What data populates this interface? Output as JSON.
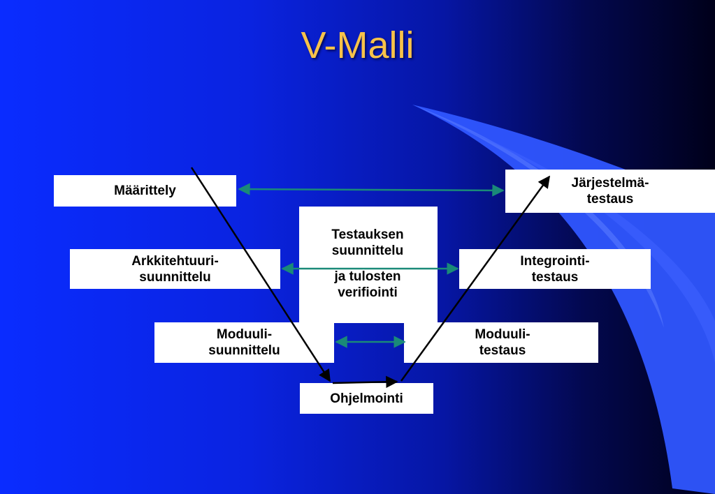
{
  "title": "V-Malli",
  "boxes": {
    "maarittely": [
      "Määrittely"
    ],
    "arkkitehtuuri": [
      "Arkkitehtuuri-",
      "suunnittelu"
    ],
    "moduulisuunnittelu": [
      "Moduuli-",
      "suunnittelu"
    ],
    "ohjelmointi": [
      "Ohjelmointi"
    ],
    "moduulitestaus": [
      "Moduuli-",
      "testaus"
    ],
    "integrointi": [
      "Integrointi-",
      "testaus"
    ],
    "jarjestelma": [
      "Järjestelmä-",
      "testaus"
    ]
  },
  "center": {
    "line1": "Testauksen",
    "line2": "suunnittelu",
    "line3": "ja tulosten",
    "line4": "verifiointi"
  },
  "colors": {
    "title": "#f7c24a",
    "double_arrow": "#1a8a78",
    "v_path": "#000000",
    "box_fill": "#ffffff"
  }
}
